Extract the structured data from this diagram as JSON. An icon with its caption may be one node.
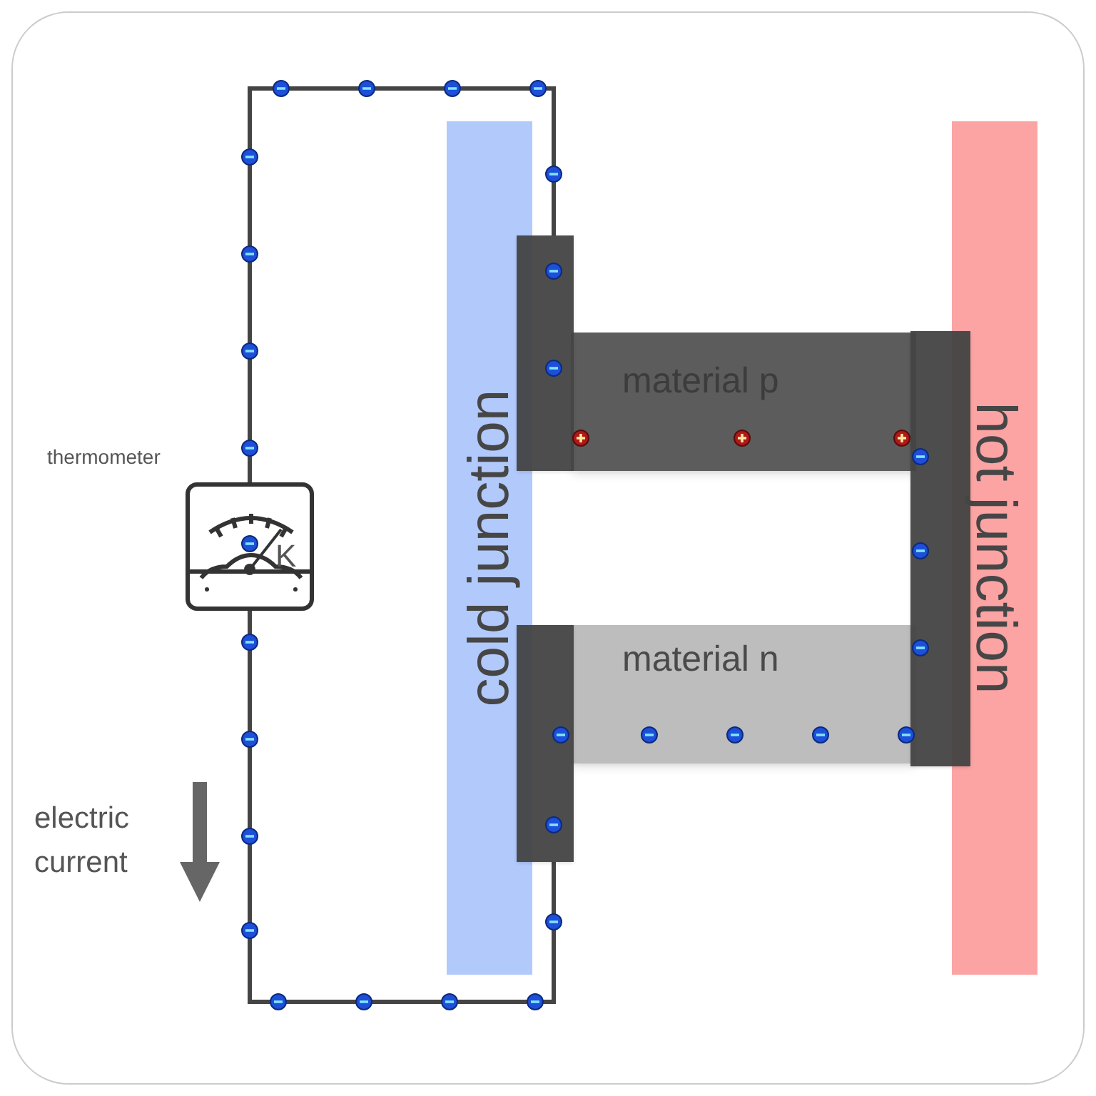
{
  "diagram": {
    "nodes": [
      {
        "text": [
          "K"
        ],
        "beside": [
          "thermometer"
        ]
      },
      {
        "text": [
          "cold junction"
        ]
      },
      {
        "text": [],
        "shape": "bar"
      },
      {
        "text": [
          "material p"
        ]
      },
      {
        "text": [],
        "shape": "bar"
      },
      {
        "text": [
          "material n"
        ]
      },
      {
        "text": [],
        "shape": "bar"
      },
      {
        "text": [
          "hot junction"
        ]
      }
    ],
    "edges": [
      {
        "from": 0,
        "to": 2,
        "arrow": "none"
      },
      {
        "from": 4,
        "to": 0,
        "arrow": "none"
      }
    ],
    "labels": [
      "electric current"
    ]
  }
}
